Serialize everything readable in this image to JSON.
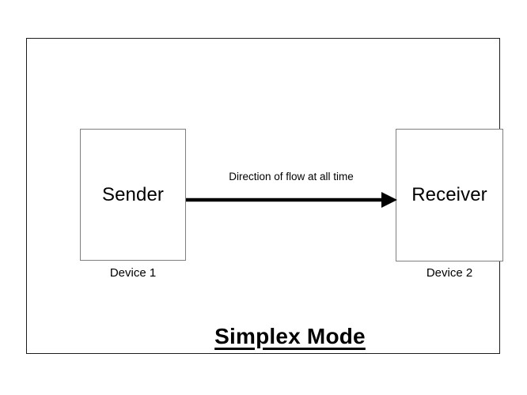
{
  "figure": {
    "title": "Simplex Mode",
    "frame_color": "#1b1b1b",
    "box_border_color": "#7f7f7f",
    "arrow_color": "#000000",
    "background": "#ffffff"
  },
  "nodes": [
    {
      "id": "sender",
      "label": "Sender",
      "caption": "Device 1"
    },
    {
      "id": "receiver",
      "label": "Receiver",
      "caption": "Device 2"
    }
  ],
  "edge": {
    "label": "Direction of flow at all time",
    "from": "Sender",
    "to": "Receiver",
    "direction": "one-way",
    "arrow_icon": "arrow-right-icon"
  }
}
